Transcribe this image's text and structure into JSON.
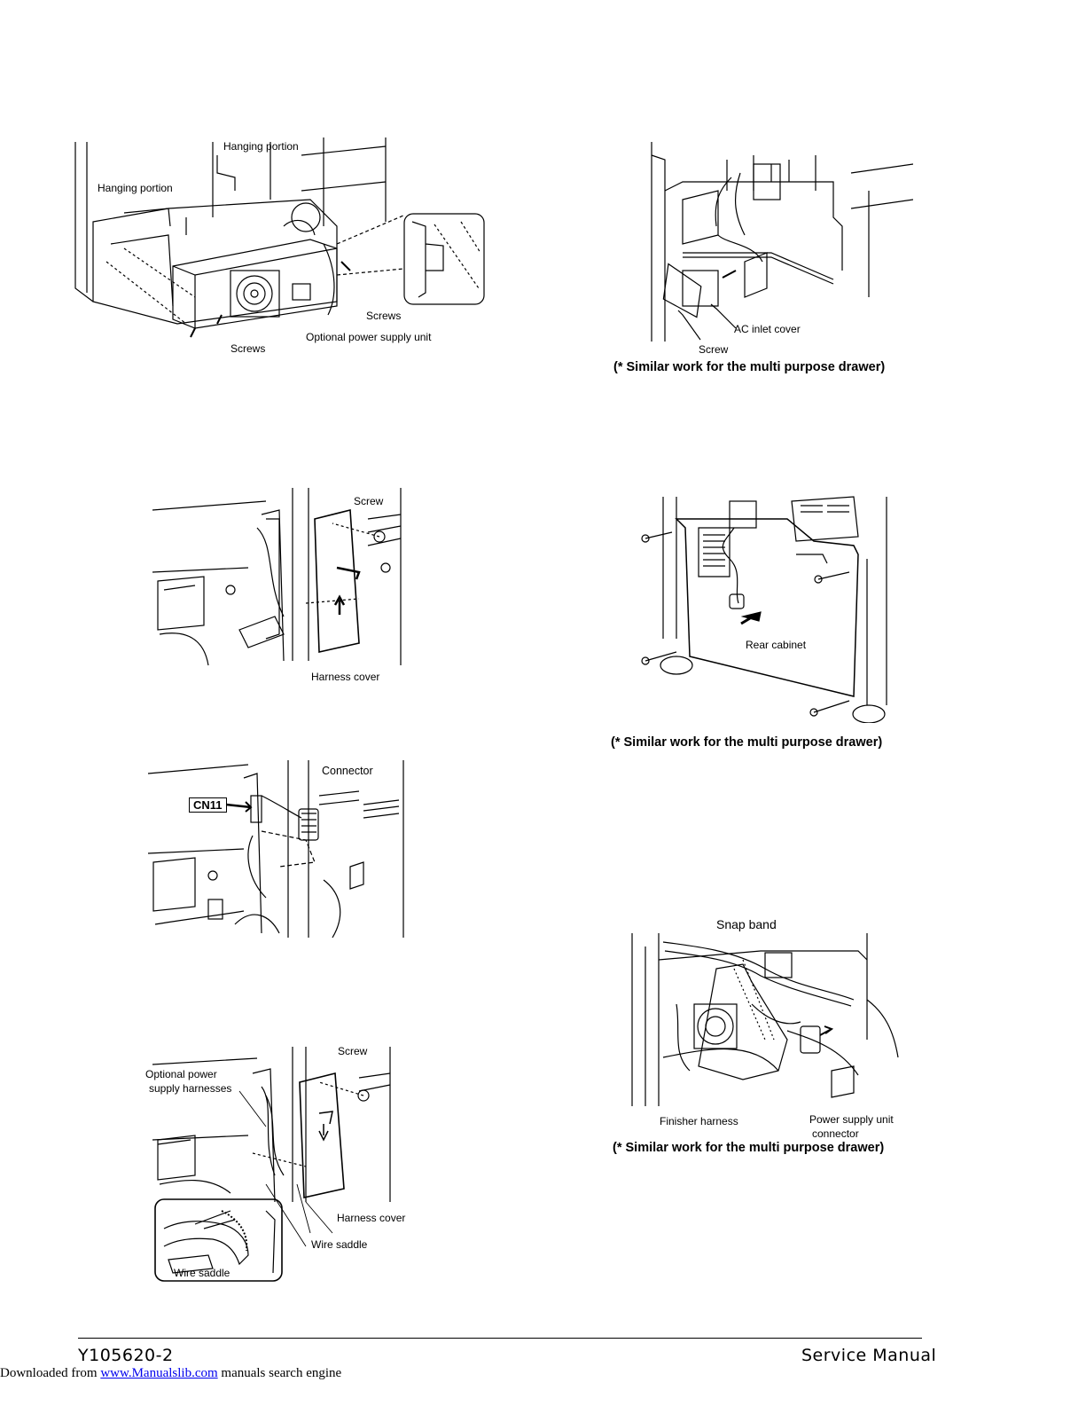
{
  "fig1": {
    "hanging_top": "Hanging portion",
    "hanging_left": "Hanging portion",
    "screws_right": "Screws",
    "power_unit": "Optional power supply unit",
    "screws_bottom": "Screws"
  },
  "fig2": {
    "ac_cover": "AC inlet cover",
    "screw": "Screw",
    "note": "(* Similar work for the multi purpose drawer)"
  },
  "fig3": {
    "screw": "Screw",
    "harness_cover": "Harness cover"
  },
  "fig4": {
    "rear_cabinet": "Rear cabinet",
    "note": "(* Similar work for the multi purpose drawer)"
  },
  "fig5": {
    "connector": "Connector",
    "cn11": "CN11"
  },
  "fig6": {
    "snap_band": "Snap band",
    "finisher": "Finisher harness",
    "psu_conn_1": "Power supply unit",
    "psu_conn_2": "connector",
    "note": "(* Similar work for the multi purpose drawer)"
  },
  "fig7": {
    "screw": "Screw",
    "opt_harness_1": "Optional power",
    "opt_harness_2": "supply harnesses",
    "harness_cover": "Harness cover",
    "wire_saddle_main": "Wire saddle",
    "wire_saddle_inset": "Wire saddle"
  },
  "footer": {
    "doc_no": "Y105620-2",
    "title": "Service Manual",
    "dl_prefix": "Downloaded from ",
    "dl_link": "www.Manualslib.com",
    "dl_suffix": " manuals search engine"
  }
}
